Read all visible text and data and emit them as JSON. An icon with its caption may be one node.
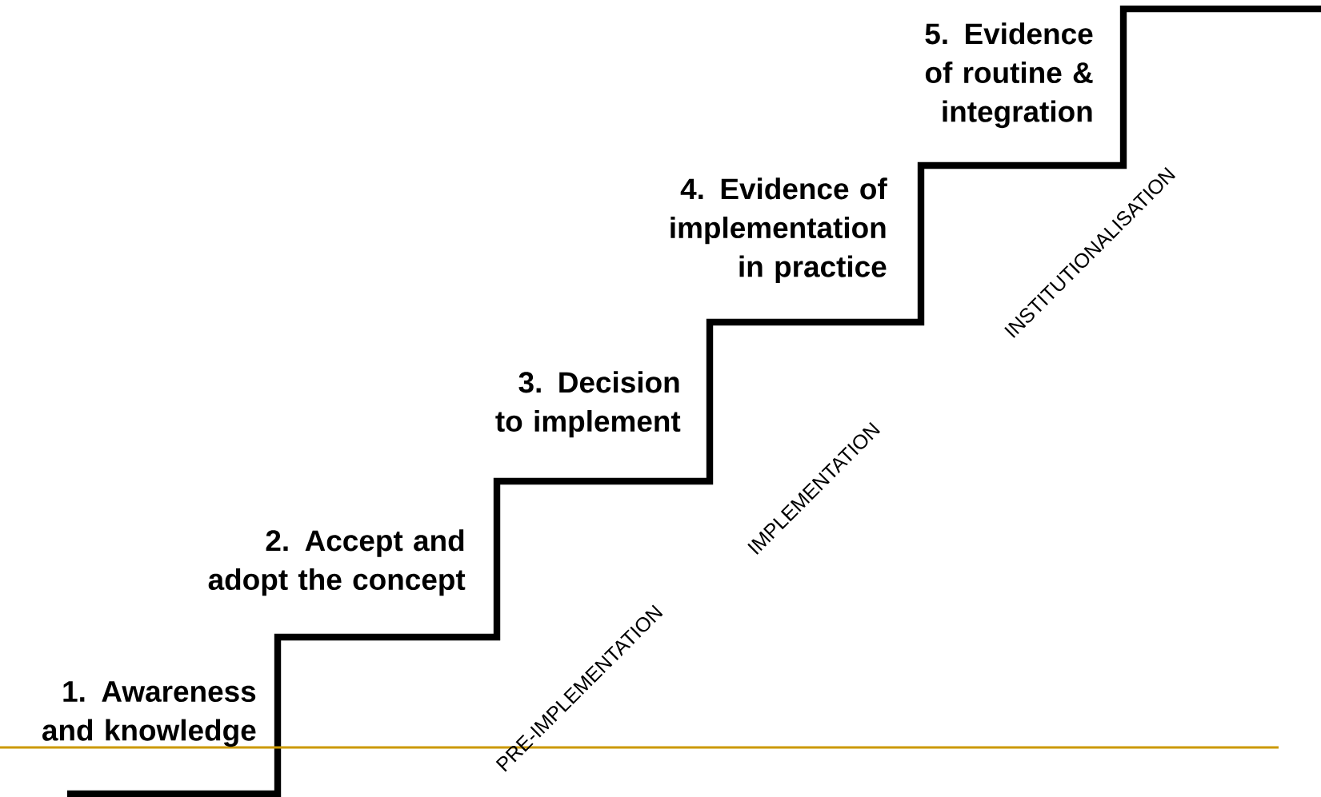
{
  "diagram": {
    "labels": [
      "5. Evidence of routine & integration",
      "4. Evidence of implementation in practice",
      "INSTITUTIONALISATION",
      "3. Decision to implement",
      "IMPLEMENTATION",
      "2. Accept and adopt the concept",
      "PRE-IMPLEMENTATION",
      "1. Awareness and knowledge"
    ]
  }
}
